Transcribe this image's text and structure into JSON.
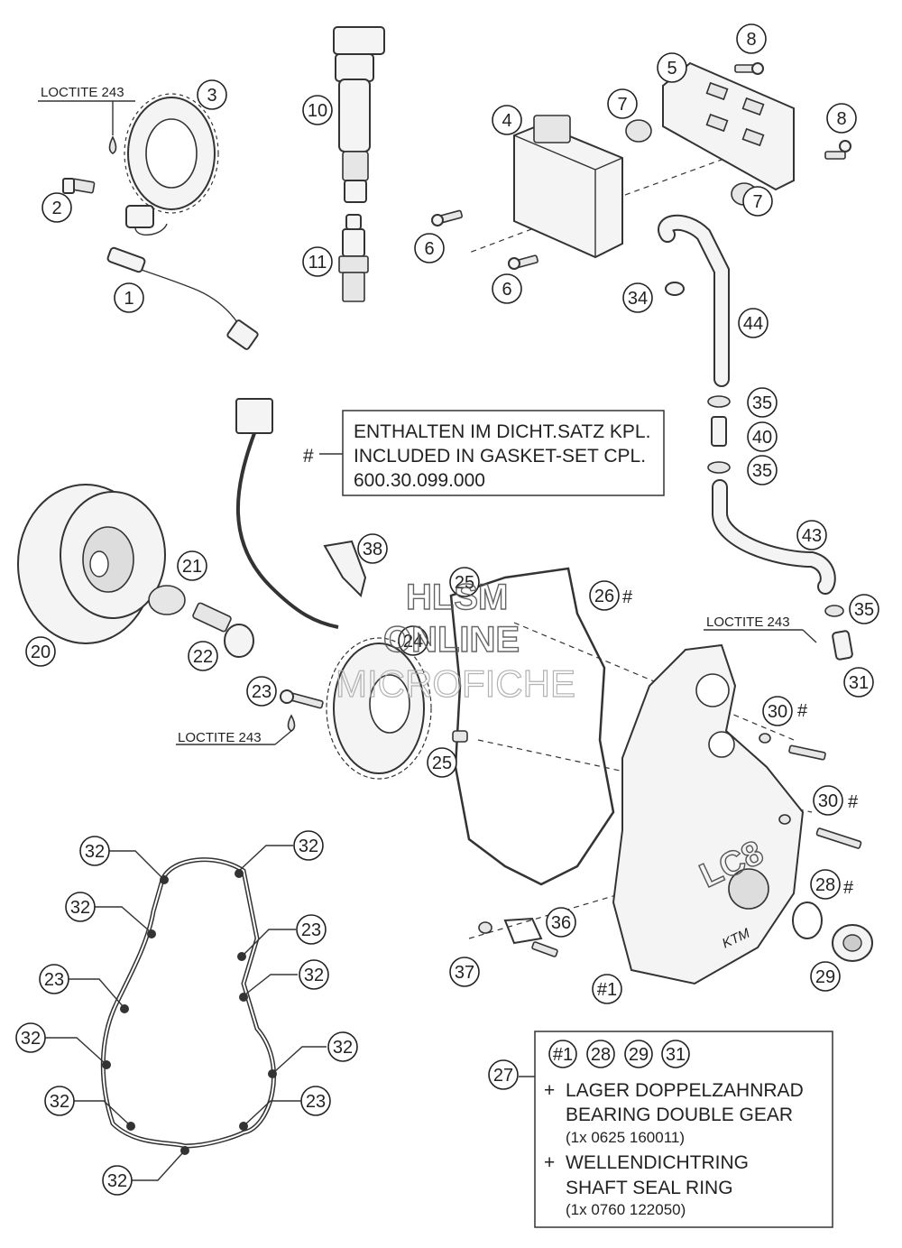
{
  "callouts": [
    {
      "id": "c1",
      "text": "1"
    },
    {
      "id": "c2",
      "text": "2"
    },
    {
      "id": "c3",
      "text": "3"
    },
    {
      "id": "c4",
      "text": "4"
    },
    {
      "id": "c5",
      "text": "5"
    },
    {
      "id": "c6a",
      "text": "6"
    },
    {
      "id": "c6b",
      "text": "6"
    },
    {
      "id": "c7a",
      "text": "7"
    },
    {
      "id": "c7b",
      "text": "7"
    },
    {
      "id": "c8a",
      "text": "8"
    },
    {
      "id": "c8b",
      "text": "8"
    },
    {
      "id": "c10",
      "text": "10"
    },
    {
      "id": "c11",
      "text": "11"
    },
    {
      "id": "c34",
      "text": "34"
    },
    {
      "id": "c44",
      "text": "44"
    },
    {
      "id": "c35a",
      "text": "35"
    },
    {
      "id": "c40",
      "text": "40"
    },
    {
      "id": "c35b",
      "text": "35"
    },
    {
      "id": "c43",
      "text": "43"
    },
    {
      "id": "c35c",
      "text": "35"
    },
    {
      "id": "c31",
      "text": "31"
    },
    {
      "id": "c38",
      "text": "38"
    },
    {
      "id": "c21",
      "text": "21"
    },
    {
      "id": "c22",
      "text": "22"
    },
    {
      "id": "c20",
      "text": "20"
    },
    {
      "id": "c23a",
      "text": "23"
    },
    {
      "id": "c24",
      "text": "24"
    },
    {
      "id": "c25a",
      "text": "25"
    },
    {
      "id": "c25b",
      "text": "25"
    },
    {
      "id": "c26",
      "text": "26"
    },
    {
      "id": "c30a",
      "text": "30"
    },
    {
      "id": "c30b",
      "text": "30"
    },
    {
      "id": "c28",
      "text": "28"
    },
    {
      "id": "c29",
      "text": "29"
    },
    {
      "id": "c36",
      "text": "36"
    },
    {
      "id": "c37",
      "text": "37"
    },
    {
      "id": "c1b",
      "text": "#1"
    },
    {
      "id": "c27",
      "text": "27"
    },
    {
      "id": "g32a",
      "text": "32"
    },
    {
      "id": "g32b",
      "text": "32"
    },
    {
      "id": "g32c",
      "text": "32"
    },
    {
      "id": "g23b",
      "text": "23"
    },
    {
      "id": "g23c",
      "text": "23"
    },
    {
      "id": "g32d",
      "text": "32"
    },
    {
      "id": "g32e",
      "text": "32"
    },
    {
      "id": "g32f",
      "text": "32"
    },
    {
      "id": "g32g",
      "text": "32"
    },
    {
      "id": "g23d",
      "text": "23"
    },
    {
      "id": "g32h",
      "text": "32"
    },
    {
      "id": "k1",
      "text": "#1"
    },
    {
      "id": "k28",
      "text": "28"
    },
    {
      "id": "k29",
      "text": "29"
    },
    {
      "id": "k31",
      "text": "31"
    }
  ],
  "hash_marks": {
    "main": "#",
    "c26": "#",
    "c30a": "#",
    "c30b": "#",
    "c28": "#"
  },
  "labels": {
    "loctite_top": "LOCTITE 243",
    "loctite_mid": "LOCTITE 243",
    "loctite_bottom": "LOCTITE 243"
  },
  "gasket_note": {
    "line1": "ENTHALTEN IM DICHT.SATZ KPL.",
    "line2": "INCLUDED IN GASKET-SET CPL.",
    "line3": "600.30.099.000"
  },
  "kit_box": {
    "plus1": "+",
    "item1_de": "LAGER DOPPELZAHNRAD",
    "item1_en": "BEARING DOUBLE GEAR",
    "item1_pn": "(1x 0625 160011)",
    "plus2": "+",
    "item2_de": "WELLENDICHTRING",
    "item2_en": "SHAFT SEAL RING",
    "item2_pn": "(1x 0760 122050)"
  },
  "cover_logo": {
    "model": "LC8",
    "brand": "KTM"
  },
  "watermark": {
    "line1": "HLSM",
    "line2": "ONLINE",
    "line3": "MICROFICHE"
  }
}
